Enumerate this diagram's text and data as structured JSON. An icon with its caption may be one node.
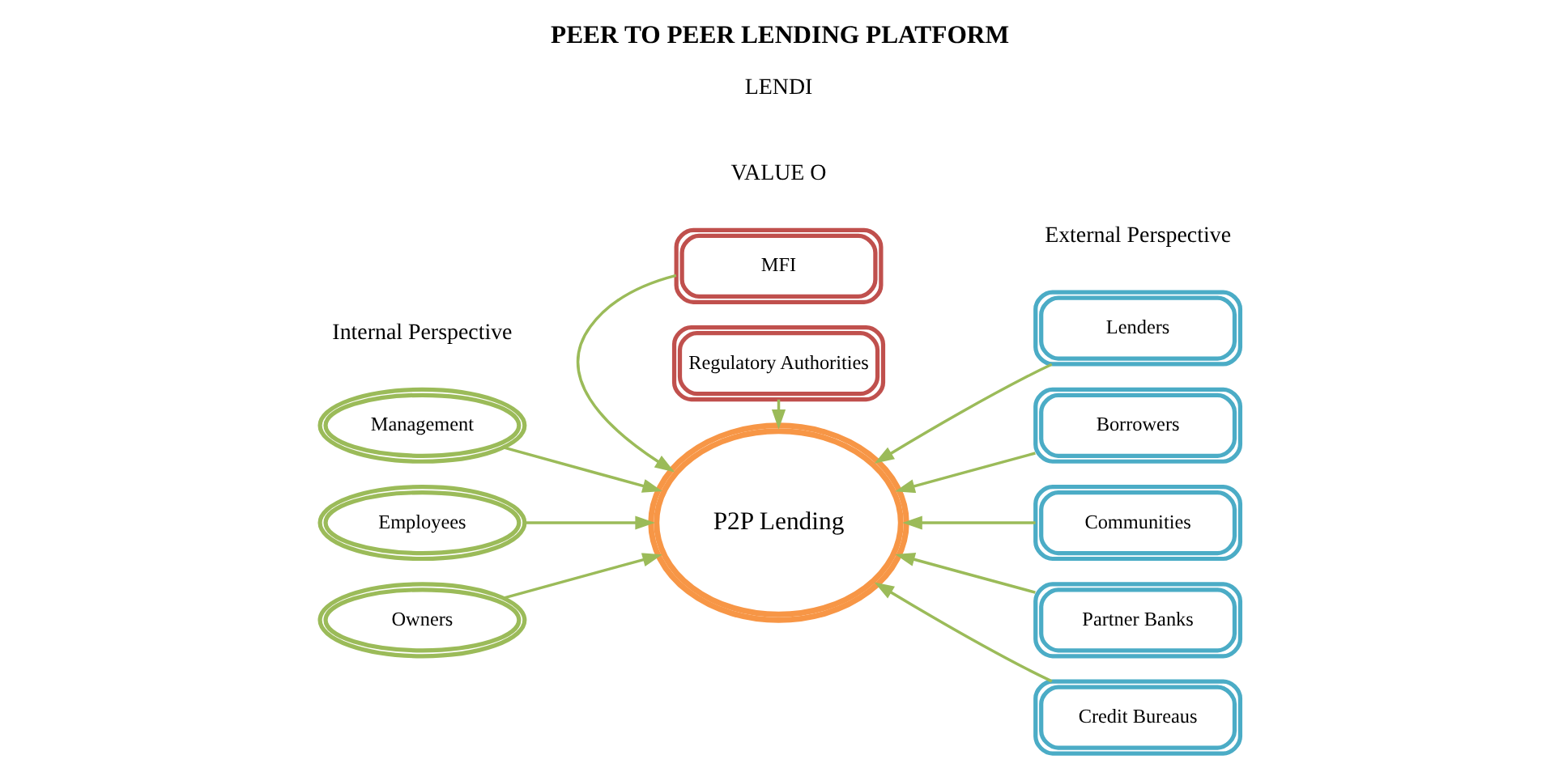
{
  "diagram": {
    "title": "PEER TO PEER LENDING PLATFORM",
    "nodes": [
      {
        "text": [
          "MFI"
        ]
      },
      {
        "text": [
          "Management"
        ]
      },
      {
        "text": [
          "Employees"
        ]
      },
      {
        "text": [
          "Owners"
        ]
      },
      {
        "text": [
          "P2P Lending"
        ]
      },
      {
        "text": [
          "Lenders"
        ]
      },
      {
        "text": [
          "Borrowers"
        ]
      },
      {
        "text": [
          "Communities"
        ]
      },
      {
        "text": [
          "Partner Banks"
        ]
      },
      {
        "text": [
          "Credit Bureaus"
        ]
      },
      {
        "text": [
          "Regulatory Authorities"
        ]
      }
    ],
    "edges": [
      {
        "from": 0,
        "to": 4,
        "arrow": "to"
      },
      {
        "from": 1,
        "to": 4,
        "arrow": "to"
      },
      {
        "from": 2,
        "to": 4,
        "arrow": "to"
      },
      {
        "from": 3,
        "to": 4,
        "arrow": "to"
      },
      {
        "from": 5,
        "to": 4,
        "arrow": "to"
      },
      {
        "from": 6,
        "to": 4,
        "arrow": "to"
      },
      {
        "from": 7,
        "to": 4,
        "arrow": "to"
      },
      {
        "from": 8,
        "to": 4,
        "arrow": "to"
      },
      {
        "from": 9,
        "to": 4,
        "arrow": "to"
      },
      {
        "from": 10,
        "to": 4,
        "arrow": "to"
      }
    ],
    "labels": [
      "Internal Perspective",
      "External Perspective",
      "VALUE O",
      "LENDI"
    ]
  }
}
